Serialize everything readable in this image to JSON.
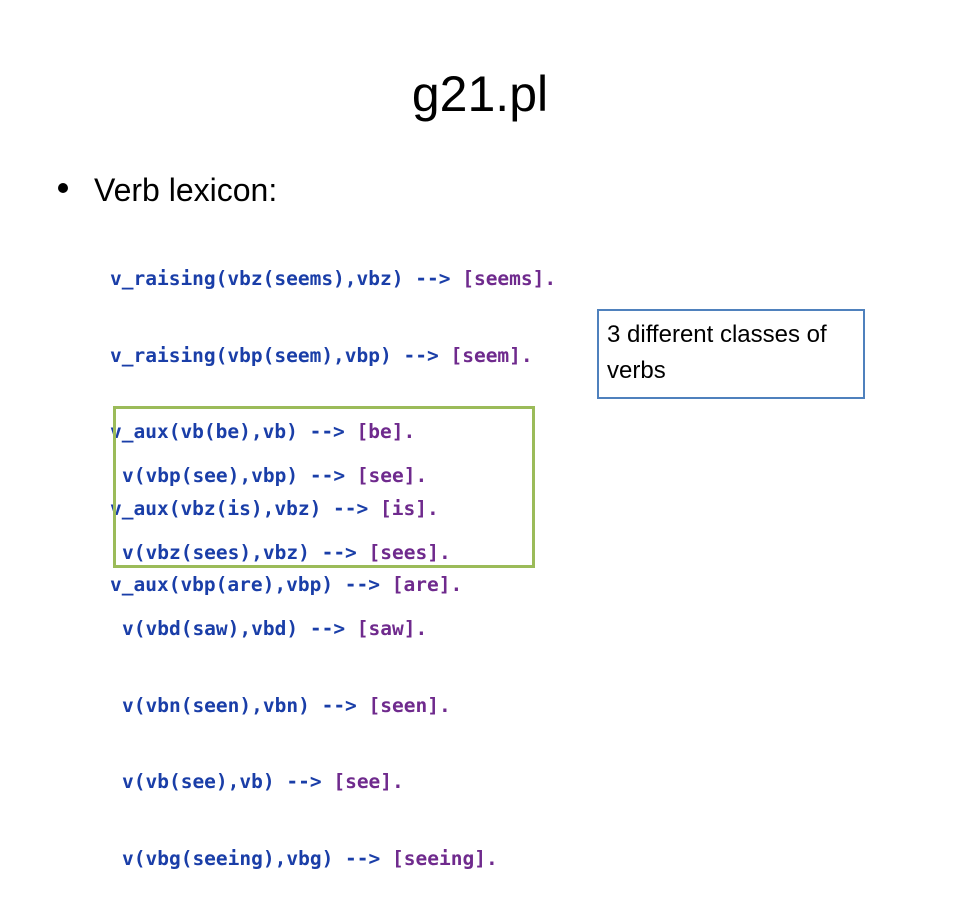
{
  "title": "g21.pl",
  "bullet": "Verb lexicon:",
  "note": "3 different classes of verbs",
  "code_block_1": [
    {
      "head": "v_raising(vbz(seems),vbz) -->",
      "body": " [seems]."
    },
    {
      "head": "v_raising(vbp(seem),vbp) -->",
      "body": " [seem]."
    },
    {
      "head": "v_aux(vb(be),vb) -->",
      "body": " [be]."
    },
    {
      "head": "v_aux(vbz(is),vbz) -->",
      "body": " [is]."
    },
    {
      "head": "v_aux(vbp(are),vbp) -->",
      "body": " [are]."
    }
  ],
  "code_block_2": [
    {
      "head": "v(vbp(see),vbp) -->",
      "body": " [see]."
    },
    {
      "head": "v(vbz(sees),vbz) -->",
      "body": " [sees]."
    },
    {
      "head": "v(vbd(saw),vbd) -->",
      "body": " [saw]."
    },
    {
      "head": "v(vbn(seen),vbn) -->",
      "body": " [seen]."
    },
    {
      "head": "v(vb(see),vb) -->",
      "body": " [see]."
    },
    {
      "head": "v(vbg(seeing),vbg) -->",
      "body": " [seeing]."
    }
  ],
  "colors": {
    "code_head": "#1a3ea8",
    "code_body": "#6f2a8d",
    "note_border": "#4f81bd",
    "highlight_border": "#9bbb59"
  }
}
